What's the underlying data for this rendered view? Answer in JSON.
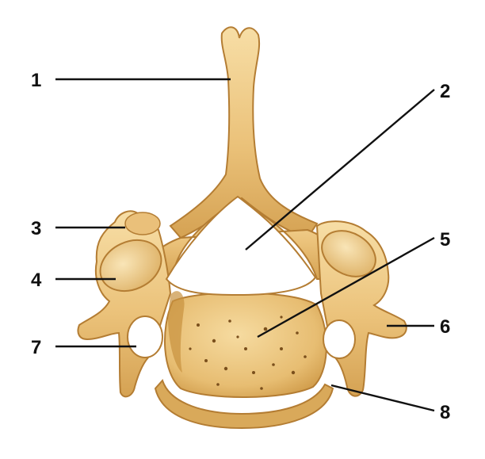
{
  "diagram": {
    "labels": [
      {
        "number": "1"
      },
      {
        "number": "2"
      },
      {
        "number": "3"
      },
      {
        "number": "4"
      },
      {
        "number": "5"
      },
      {
        "number": "6"
      },
      {
        "number": "7"
      },
      {
        "number": "8"
      }
    ]
  },
  "colors": {
    "bone_light": "#f4d79a",
    "bone_mid": "#e6bb6c",
    "bone_dark": "#c8923f",
    "bone_shadow": "#a87328",
    "foramen": "#ffffff",
    "label": "#111111"
  }
}
